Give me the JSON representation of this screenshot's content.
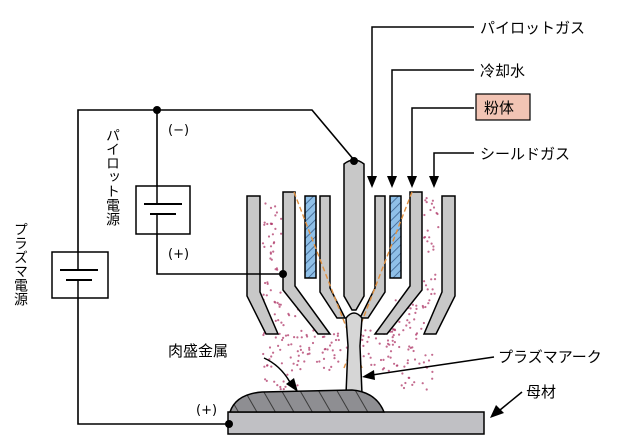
{
  "labels": {
    "pilot_gas": "パイロットガス",
    "cooling_water": "冷却水",
    "powder": "粉体",
    "shield_gas": "シールドガス",
    "pilot_power": "パイロット電源",
    "plasma_power": "プラズマ電源",
    "deposit": "肉盛金属",
    "plasma_arc": "プラズマアーク",
    "base_metal": "母材",
    "minus": "(−)",
    "plus_pilot": "(+)",
    "plus_base": "(+)"
  },
  "colors": {
    "powder_box": "#f2c4b4",
    "powder_dots": "#b03a6a",
    "gas_flow": "#e09040",
    "coolant": "#8fc0e8",
    "metal_body": "#c8c8c8",
    "base_plate": "#c0c0c4",
    "deposit": "#9a9a9a"
  }
}
